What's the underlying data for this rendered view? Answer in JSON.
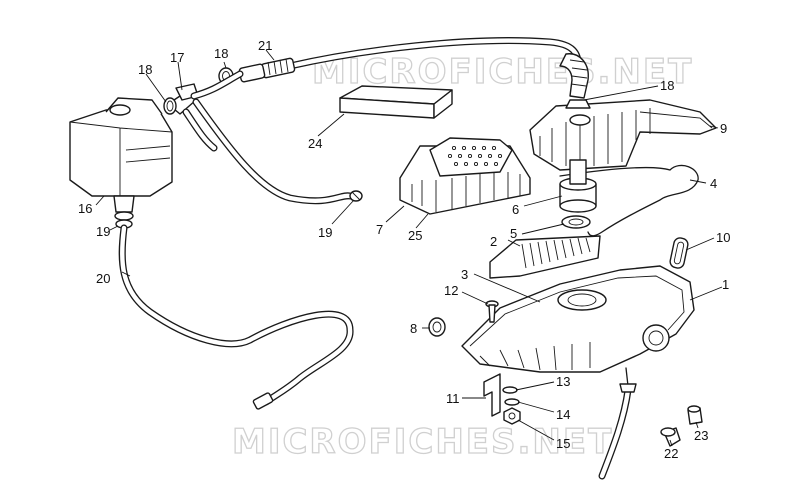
{
  "watermark": "MICROFICHES.NET",
  "labels": {
    "p1": "1",
    "p2": "2",
    "p3": "3",
    "p4": "4",
    "p5": "5",
    "p6": "6",
    "p7": "7",
    "p8": "8",
    "p9": "9",
    "p10": "10",
    "p11": "11",
    "p12": "12",
    "p13": "13",
    "p14": "14",
    "p15": "15",
    "p16": "16",
    "p17": "17",
    "p18a": "18",
    "p18b": "18",
    "p18c": "18",
    "p19a": "19",
    "p19b": "19",
    "p20": "20",
    "p21": "21",
    "p22": "22",
    "p23": "23",
    "p24": "24",
    "p25": "25"
  }
}
